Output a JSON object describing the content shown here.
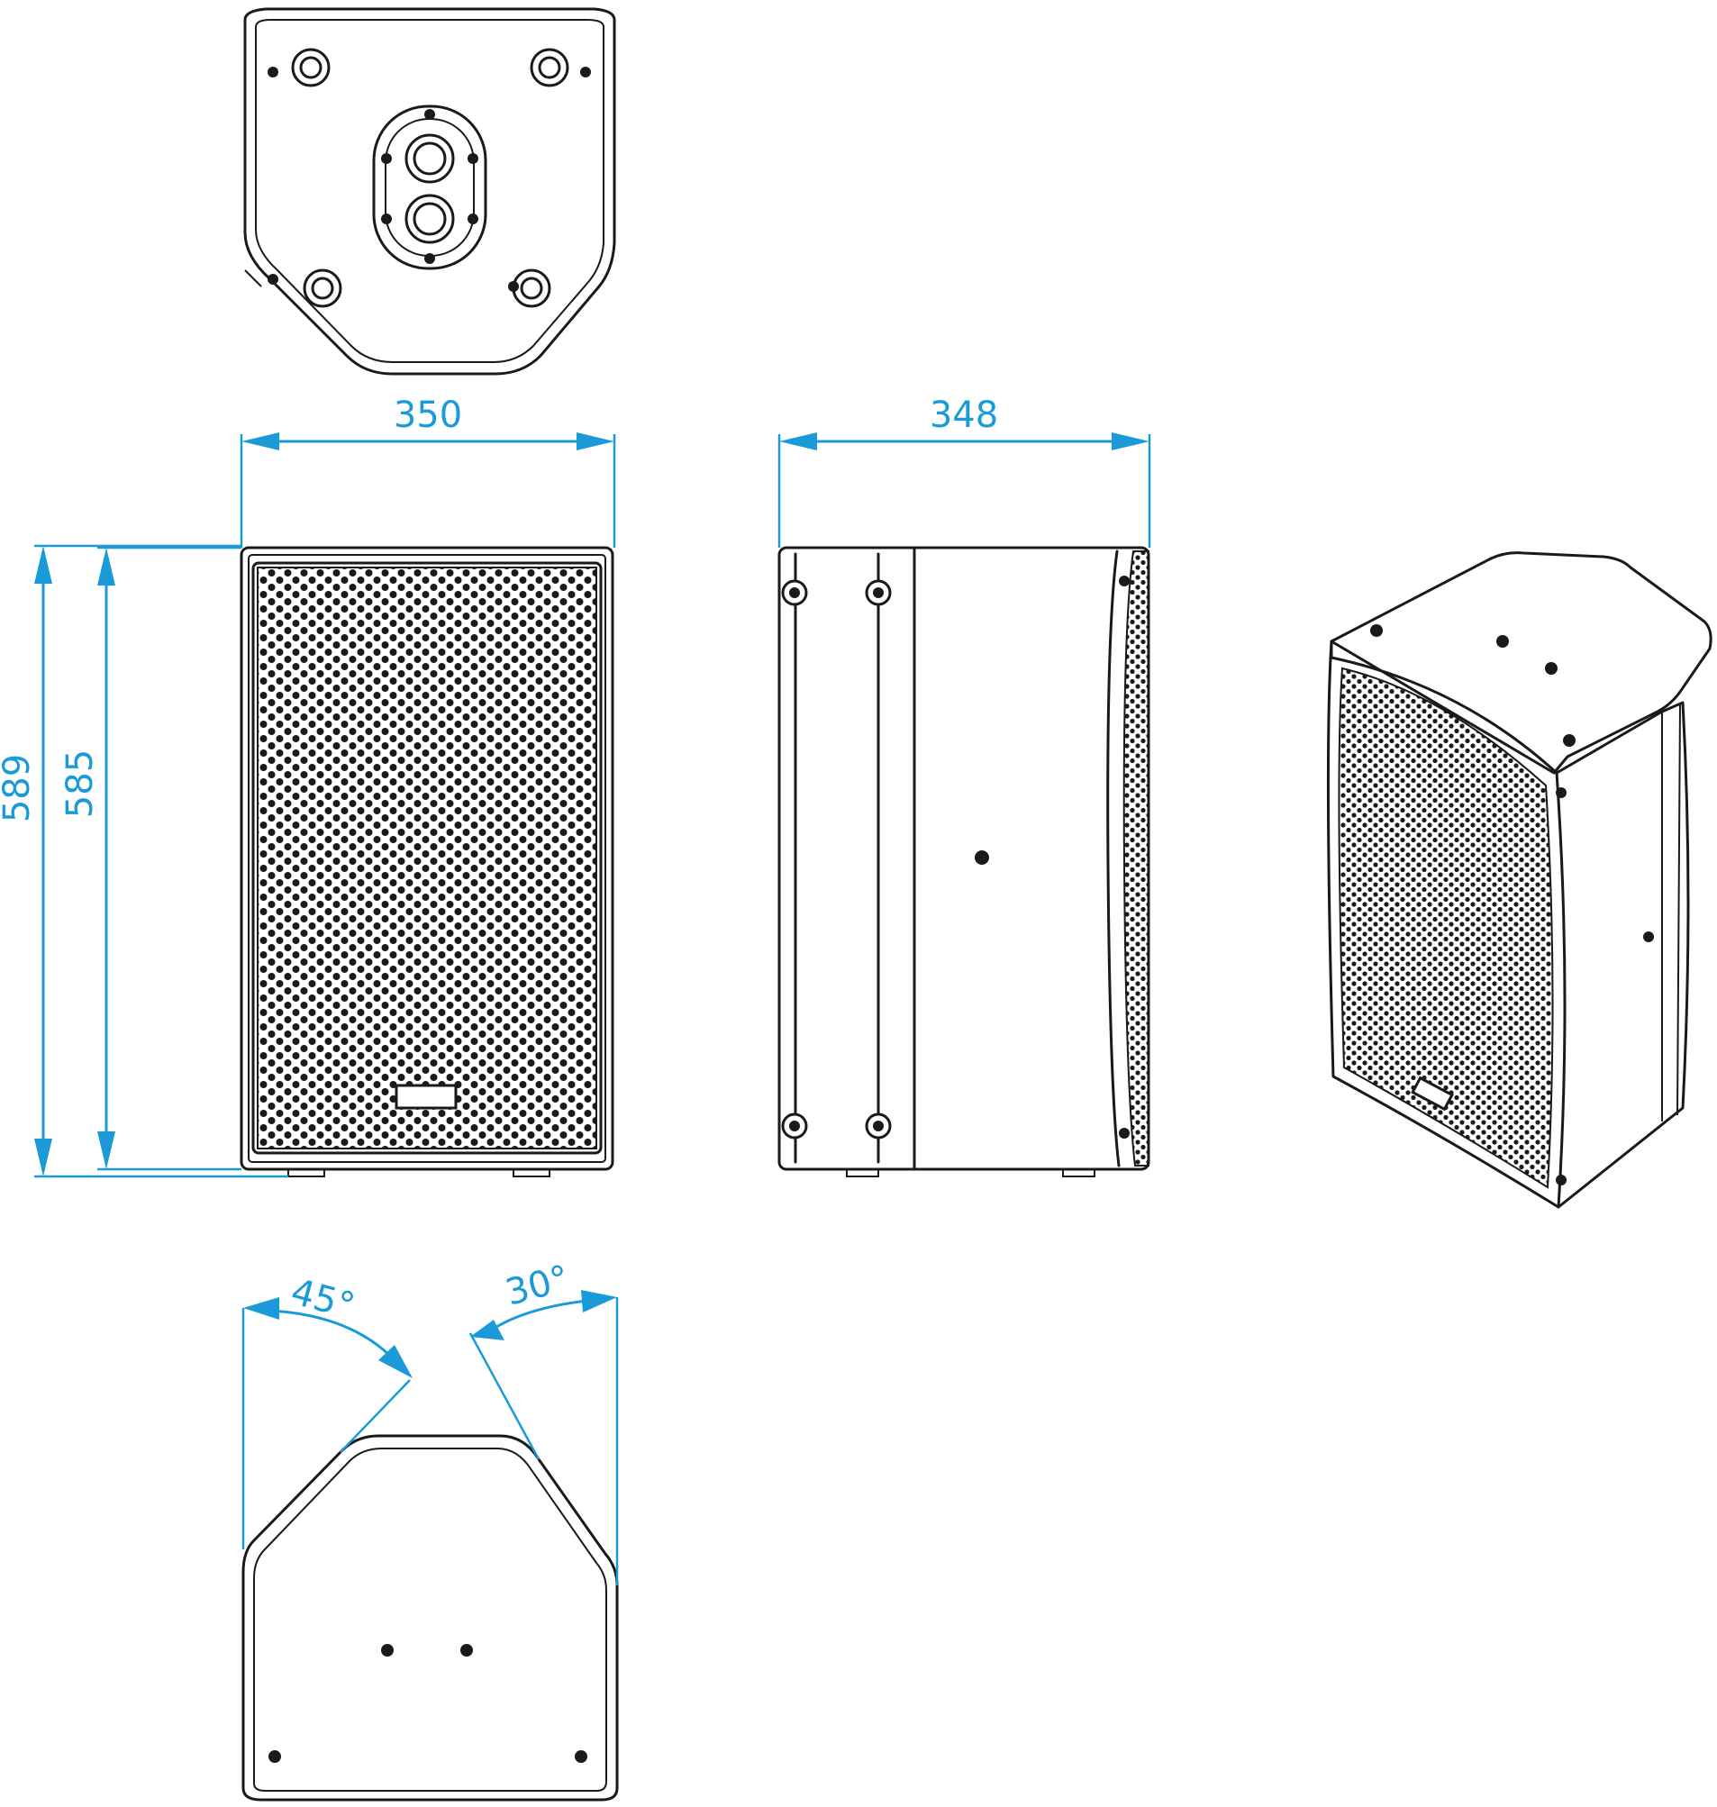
{
  "dimensions": {
    "width_front": "350",
    "depth_side": "348",
    "height_overall": "589",
    "height_cabinet": "585",
    "angle_left": "45°",
    "angle_right": "30°"
  },
  "colors": {
    "line": "#1a1a1a",
    "dimension": "#1a9bd7",
    "background": "#ffffff"
  }
}
